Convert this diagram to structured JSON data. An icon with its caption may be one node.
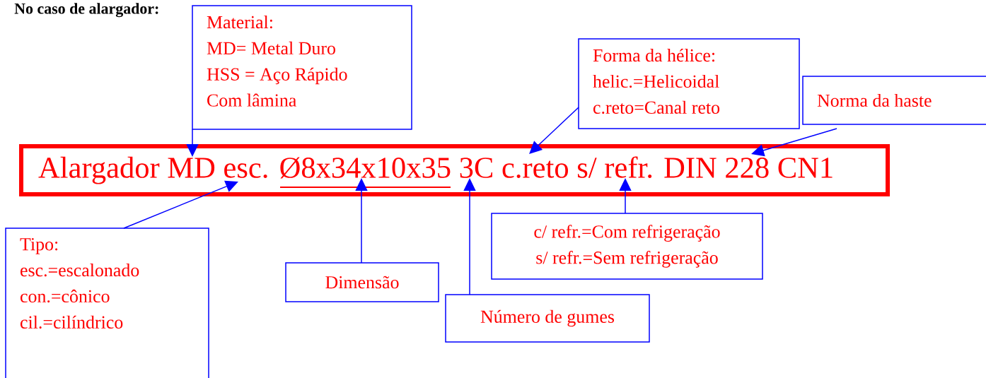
{
  "diagram": {
    "nodes": [
      {
        "text": [
          "Alargador MD esc. Ø8x34x10x35 3C c.reto s/ refr. DIN 228 CN1"
        ]
      },
      {
        "text": [
          "Material:",
          "MD= Metal Duro",
          "HSS = Aço Rápido",
          "Com lâmina"
        ]
      },
      {
        "text": [
          "Forma da hélice:",
          "helic.=Helicoidal",
          "c.reto=Canal reto"
        ]
      },
      {
        "text": [
          "Norma da haste"
        ]
      },
      {
        "text": [
          "Tipo:",
          "esc.=escalonado",
          "con.=cônico",
          "cil.=cilíndrico"
        ]
      },
      {
        "text": [
          "Dimensão"
        ]
      },
      {
        "text": [
          "c/ refr.=Com refrigeração",
          "s/ refr.=Sem refrigeração"
        ]
      },
      {
        "text": [
          "Número de gumes"
        ]
      }
    ],
    "edges": [
      {
        "from": 1,
        "to": 0,
        "arrow": "to"
      },
      {
        "from": 2,
        "to": 0,
        "arrow": "to"
      },
      {
        "from": 3,
        "to": 0,
        "arrow": "to"
      },
      {
        "from": 4,
        "to": 0,
        "arrow": "to"
      },
      {
        "from": 5,
        "to": 0,
        "arrow": "to"
      },
      {
        "from": 7,
        "to": 0,
        "arrow": "to"
      },
      {
        "from": 6,
        "to": 0,
        "arrow": "to"
      }
    ],
    "labels": [
      "No caso de alargador:"
    ]
  }
}
